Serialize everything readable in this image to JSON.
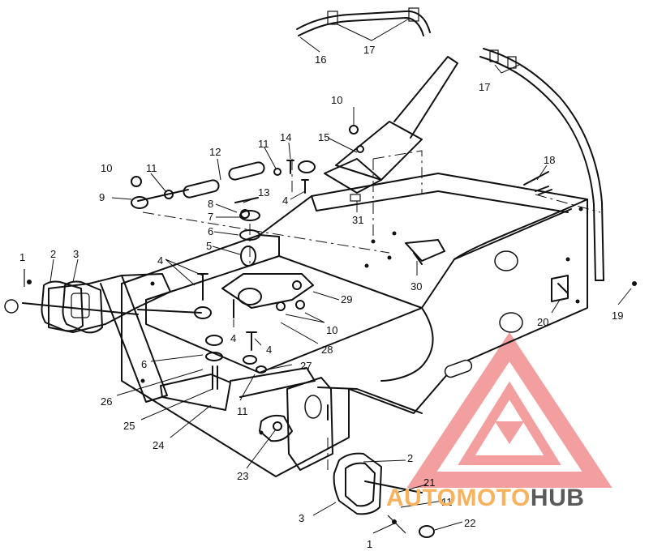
{
  "callouts": [
    {
      "id": "c16",
      "text": "16"
    },
    {
      "id": "c17a",
      "text": "17"
    },
    {
      "id": "c17b",
      "text": "17"
    },
    {
      "id": "c10a",
      "text": "10"
    },
    {
      "id": "c15",
      "text": "15"
    },
    {
      "id": "c14",
      "text": "14"
    },
    {
      "id": "c11a",
      "text": "11"
    },
    {
      "id": "c12",
      "text": "12"
    },
    {
      "id": "c18",
      "text": "18"
    },
    {
      "id": "c10b",
      "text": "10"
    },
    {
      "id": "c11b",
      "text": "11"
    },
    {
      "id": "c9",
      "text": "9"
    },
    {
      "id": "c13",
      "text": "13"
    },
    {
      "id": "c8",
      "text": "8"
    },
    {
      "id": "c7",
      "text": "7"
    },
    {
      "id": "c6a",
      "text": "6"
    },
    {
      "id": "c5",
      "text": "5"
    },
    {
      "id": "c4a",
      "text": "4"
    },
    {
      "id": "c31",
      "text": "31"
    },
    {
      "id": "c1a",
      "text": "1"
    },
    {
      "id": "c2a",
      "text": "2"
    },
    {
      "id": "c3a",
      "text": "3"
    },
    {
      "id": "c4b",
      "text": "4"
    },
    {
      "id": "c30",
      "text": "30"
    },
    {
      "id": "c29",
      "text": "29"
    },
    {
      "id": "c20",
      "text": "20"
    },
    {
      "id": "c19",
      "text": "19"
    },
    {
      "id": "c4c",
      "text": "4"
    },
    {
      "id": "c10c",
      "text": "10"
    },
    {
      "id": "c28",
      "text": "28"
    },
    {
      "id": "c4d",
      "text": "4"
    },
    {
      "id": "c6b",
      "text": "6"
    },
    {
      "id": "c27",
      "text": "27"
    },
    {
      "id": "c26",
      "text": "26"
    },
    {
      "id": "c11c",
      "text": "11"
    },
    {
      "id": "c25",
      "text": "25"
    },
    {
      "id": "c24",
      "text": "24"
    },
    {
      "id": "c23",
      "text": "23"
    },
    {
      "id": "c2b",
      "text": "2"
    },
    {
      "id": "c21",
      "text": "21"
    },
    {
      "id": "c11d",
      "text": "11"
    },
    {
      "id": "c3b",
      "text": "3"
    },
    {
      "id": "c22",
      "text": "22"
    },
    {
      "id": "c1b",
      "text": "1"
    }
  ],
  "watermark": {
    "part1": "AUTO",
    "part2": "MOTO",
    "part3": "HUB",
    "color_light": "#f7b25e",
    "color_dark": "#5a5a5a",
    "triangle_color": "#f28f8f"
  }
}
